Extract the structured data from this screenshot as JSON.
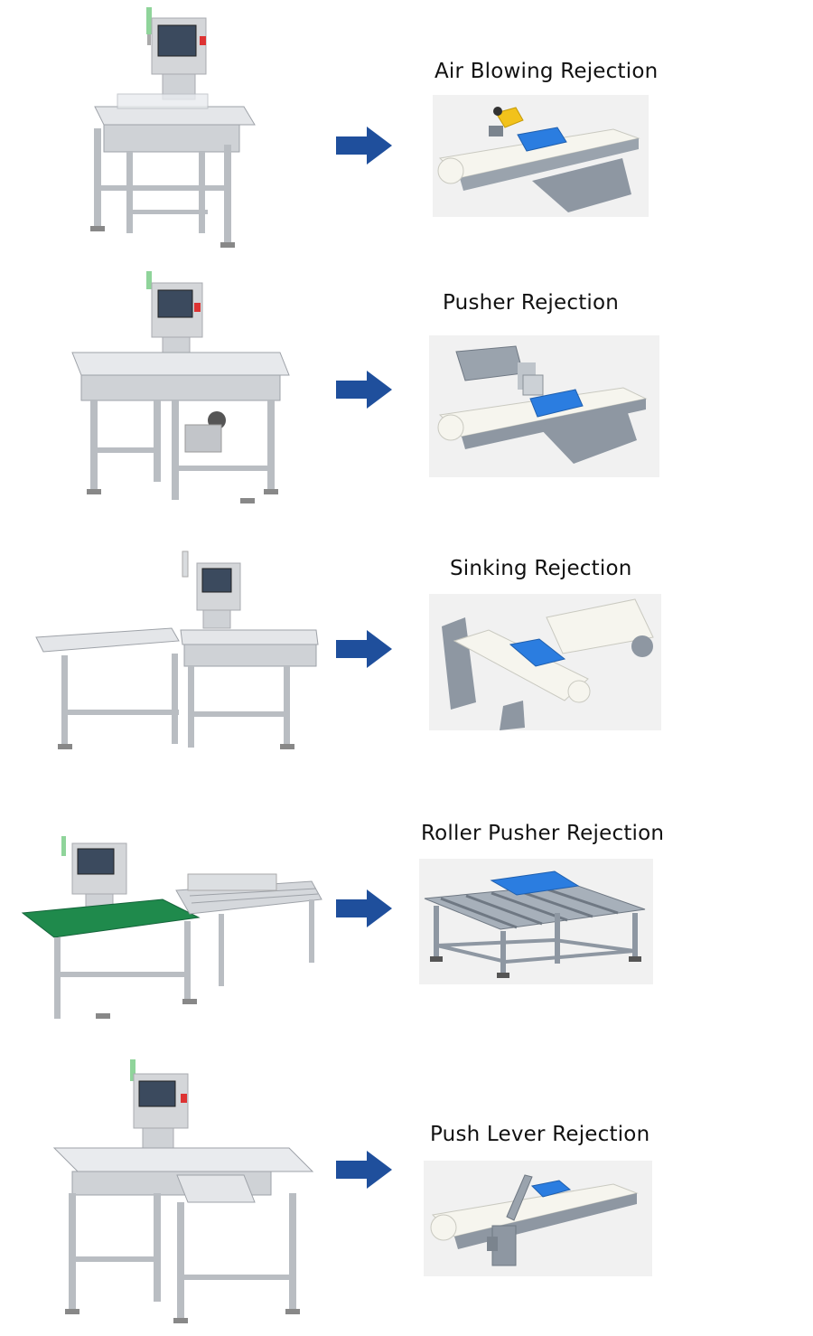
{
  "colors": {
    "arrow": "#1f4f9c",
    "product": "#2b7de0",
    "steel": "#c9ccd0",
    "belt": "#f6f5ee",
    "guard": "#8e97a2",
    "green_belt": "#1f8a4c"
  },
  "rows": [
    {
      "title": "Air Blowing Rejection",
      "machine_icon": "checkweigher-machine-icon",
      "diagram_icon": "air-blowing-diagram-icon"
    },
    {
      "title": "Pusher Rejection",
      "machine_icon": "checkweigher-machine-icon",
      "diagram_icon": "pusher-diagram-icon"
    },
    {
      "title": "Sinking Rejection",
      "machine_icon": "checkweigher-machine-icon",
      "diagram_icon": "sinking-diagram-icon"
    },
    {
      "title": "Roller Pusher Rejection",
      "machine_icon": "checkweigher-machine-icon",
      "diagram_icon": "roller-pusher-diagram-icon"
    },
    {
      "title": "Push Lever Rejection",
      "machine_icon": "checkweigher-machine-icon",
      "diagram_icon": "push-lever-diagram-icon"
    }
  ]
}
